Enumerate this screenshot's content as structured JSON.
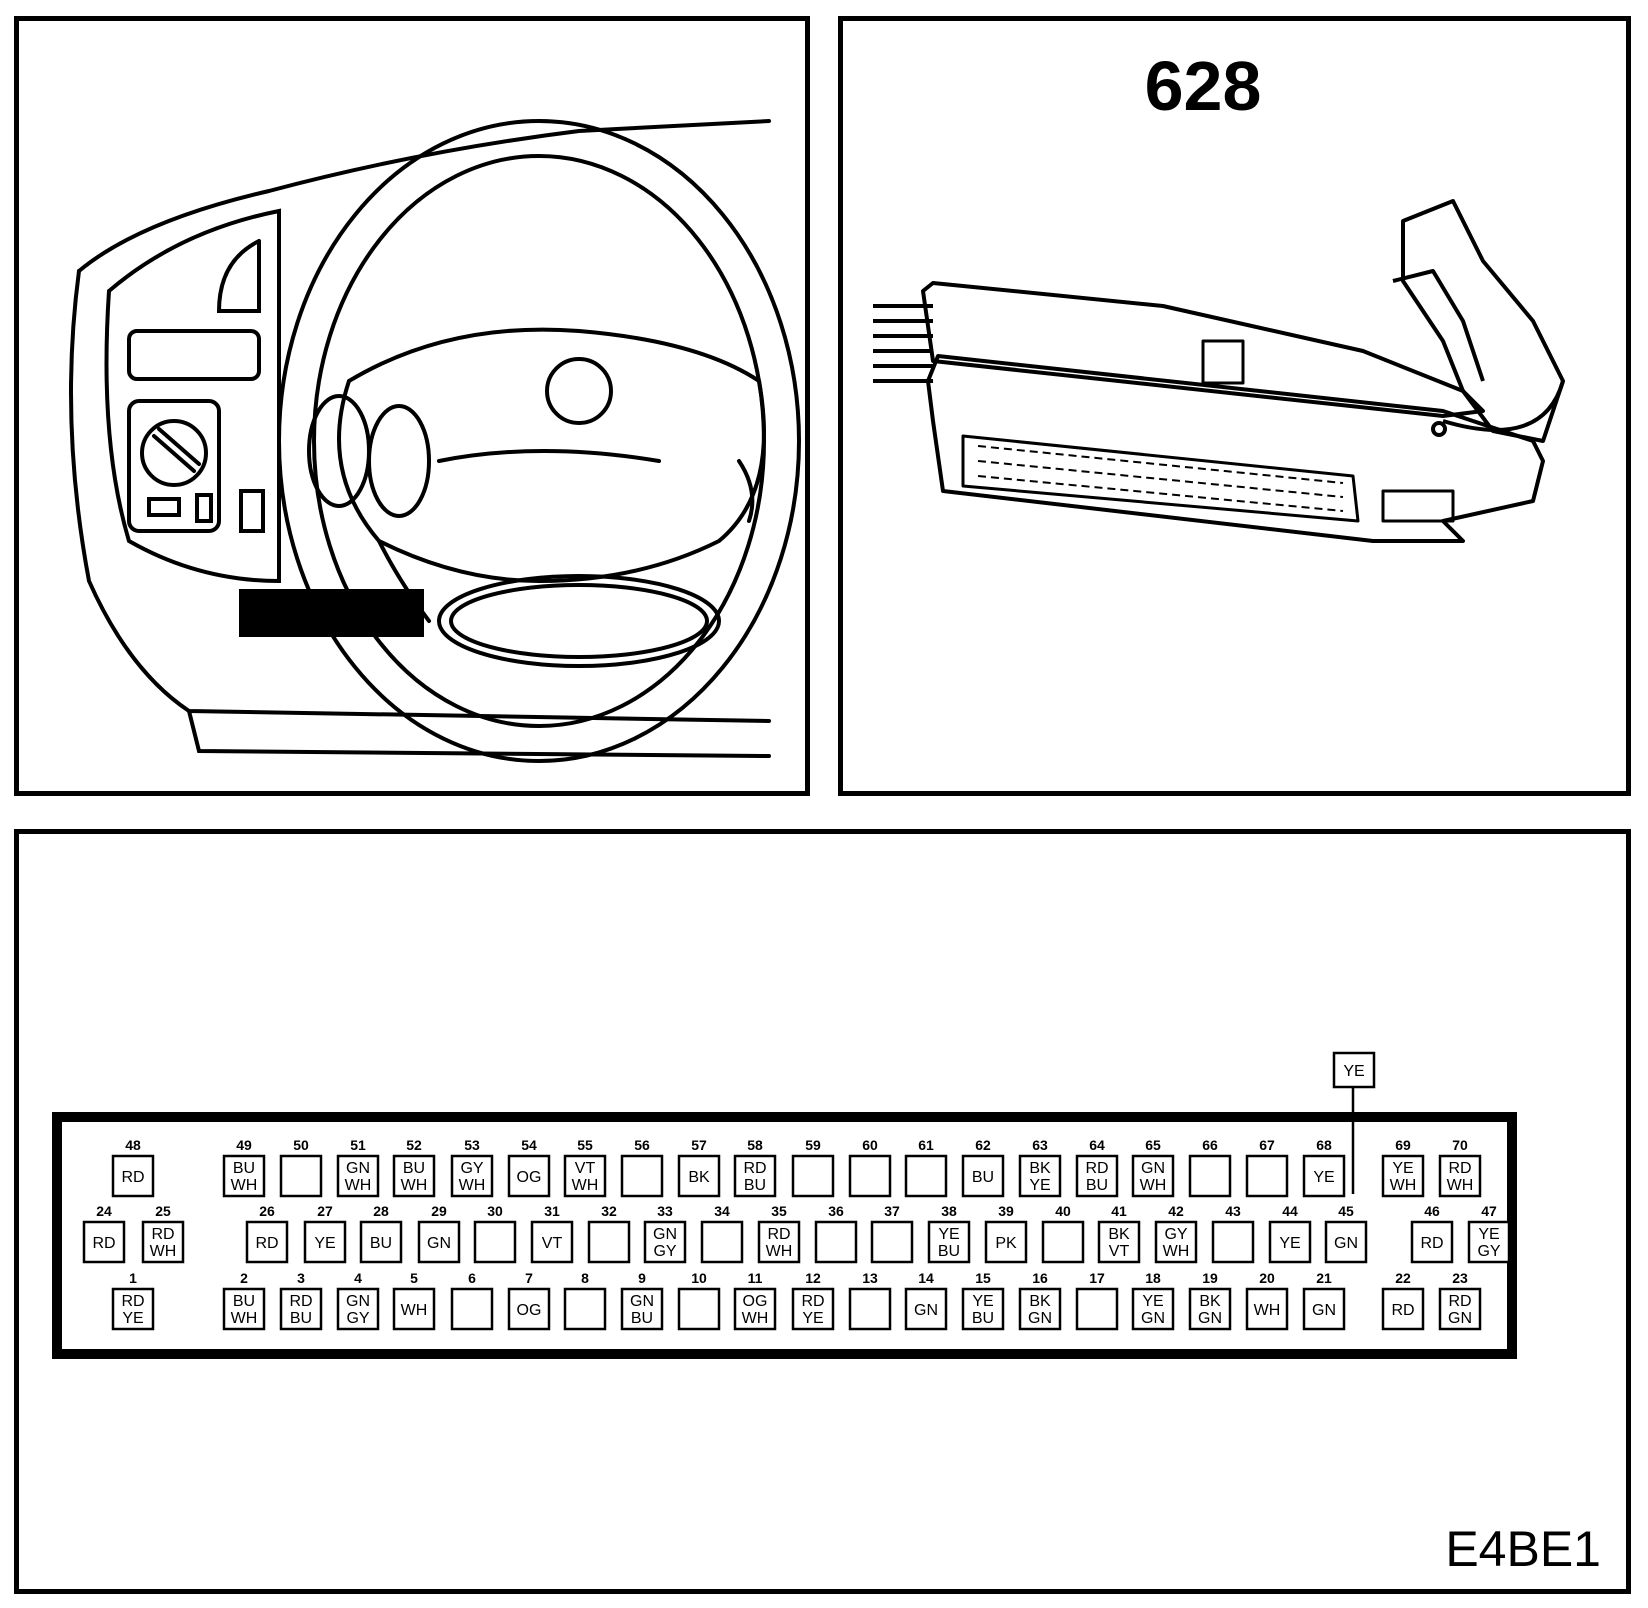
{
  "connector": {
    "number": "628"
  },
  "figure_id": "E4BE1",
  "extra_wire": {
    "label": "YE"
  },
  "pins": [
    {
      "n": "48",
      "c": [
        "RD"
      ]
    },
    {
      "n": "49",
      "c": [
        "BU",
        "WH"
      ]
    },
    {
      "n": "50",
      "c": []
    },
    {
      "n": "51",
      "c": [
        "GN",
        "WH"
      ]
    },
    {
      "n": "52",
      "c": [
        "BU",
        "WH"
      ]
    },
    {
      "n": "53",
      "c": [
        "GY",
        "WH"
      ]
    },
    {
      "n": "54",
      "c": [
        "OG"
      ]
    },
    {
      "n": "55",
      "c": [
        "VT",
        "WH"
      ]
    },
    {
      "n": "56",
      "c": []
    },
    {
      "n": "57",
      "c": [
        "BK"
      ]
    },
    {
      "n": "58",
      "c": [
        "RD",
        "BU"
      ]
    },
    {
      "n": "59",
      "c": []
    },
    {
      "n": "60",
      "c": []
    },
    {
      "n": "61",
      "c": []
    },
    {
      "n": "62",
      "c": [
        "BU"
      ]
    },
    {
      "n": "63",
      "c": [
        "BK",
        "YE"
      ]
    },
    {
      "n": "64",
      "c": [
        "RD",
        "BU"
      ]
    },
    {
      "n": "65",
      "c": [
        "GN",
        "WH"
      ]
    },
    {
      "n": "66",
      "c": []
    },
    {
      "n": "67",
      "c": []
    },
    {
      "n": "68",
      "c": [
        "YE"
      ]
    },
    {
      "n": "69",
      "c": [
        "YE",
        "WH"
      ]
    },
    {
      "n": "70",
      "c": [
        "RD",
        "WH"
      ]
    },
    {
      "n": "24",
      "c": [
        "RD"
      ]
    },
    {
      "n": "25",
      "c": [
        "RD",
        "WH"
      ]
    },
    {
      "n": "26",
      "c": [
        "RD"
      ]
    },
    {
      "n": "27",
      "c": [
        "YE"
      ]
    },
    {
      "n": "28",
      "c": [
        "BU"
      ]
    },
    {
      "n": "29",
      "c": [
        "GN"
      ]
    },
    {
      "n": "30",
      "c": []
    },
    {
      "n": "31",
      "c": [
        "VT"
      ]
    },
    {
      "n": "32",
      "c": []
    },
    {
      "n": "33",
      "c": [
        "GN",
        "GY"
      ]
    },
    {
      "n": "34",
      "c": []
    },
    {
      "n": "35",
      "c": [
        "RD",
        "WH"
      ]
    },
    {
      "n": "36",
      "c": []
    },
    {
      "n": "37",
      "c": []
    },
    {
      "n": "38",
      "c": [
        "YE",
        "BU"
      ]
    },
    {
      "n": "39",
      "c": [
        "PK"
      ]
    },
    {
      "n": "40",
      "c": []
    },
    {
      "n": "41",
      "c": [
        "BK",
        "VT"
      ]
    },
    {
      "n": "42",
      "c": [
        "GY",
        "WH"
      ]
    },
    {
      "n": "43",
      "c": []
    },
    {
      "n": "44",
      "c": [
        "YE"
      ]
    },
    {
      "n": "45",
      "c": [
        "GN"
      ]
    },
    {
      "n": "46",
      "c": [
        "RD"
      ]
    },
    {
      "n": "47",
      "c": [
        "YE",
        "GY"
      ]
    },
    {
      "n": "1",
      "c": [
        "RD",
        "YE"
      ]
    },
    {
      "n": "2",
      "c": [
        "BU",
        "WH"
      ]
    },
    {
      "n": "3",
      "c": [
        "RD",
        "BU"
      ]
    },
    {
      "n": "4",
      "c": [
        "GN",
        "GY"
      ]
    },
    {
      "n": "5",
      "c": [
        "WH"
      ]
    },
    {
      "n": "6",
      "c": []
    },
    {
      "n": "7",
      "c": [
        "OG"
      ]
    },
    {
      "n": "8",
      "c": []
    },
    {
      "n": "9",
      "c": [
        "GN",
        "BU"
      ]
    },
    {
      "n": "10",
      "c": []
    },
    {
      "n": "11",
      "c": [
        "OG",
        "WH"
      ]
    },
    {
      "n": "12",
      "c": [
        "RD",
        "YE"
      ]
    },
    {
      "n": "13",
      "c": []
    },
    {
      "n": "14",
      "c": [
        "GN"
      ]
    },
    {
      "n": "15",
      "c": [
        "YE",
        "BU"
      ]
    },
    {
      "n": "16",
      "c": [
        "BK",
        "GN"
      ]
    },
    {
      "n": "17",
      "c": []
    },
    {
      "n": "18",
      "c": [
        "YE",
        "GN"
      ]
    },
    {
      "n": "19",
      "c": [
        "BK",
        "GN"
      ]
    },
    {
      "n": "20",
      "c": [
        "WH"
      ]
    },
    {
      "n": "21",
      "c": [
        "GN"
      ]
    },
    {
      "n": "22",
      "c": [
        "RD"
      ]
    },
    {
      "n": "23",
      "c": [
        "RD",
        "GN"
      ]
    }
  ]
}
